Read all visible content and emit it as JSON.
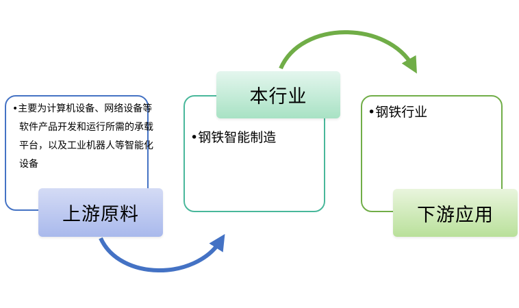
{
  "upstream": {
    "label": "上游原料",
    "bullet": "•主要为计算机设备、网络设备等软件产品开发和运行所需的承载平台，以及工业机器人等智能化设备"
  },
  "industry": {
    "label": "本行业",
    "bullet": "•钢铁智能制造"
  },
  "downstream": {
    "label": "下游应用",
    "bullet": "•钢铁行业"
  },
  "colors": {
    "upstream_border": "#4472c4",
    "industry_border": "#48b79a",
    "downstream_border": "#70ad47",
    "arrow_blue": "#4472c4",
    "arrow_green": "#70ad47"
  }
}
